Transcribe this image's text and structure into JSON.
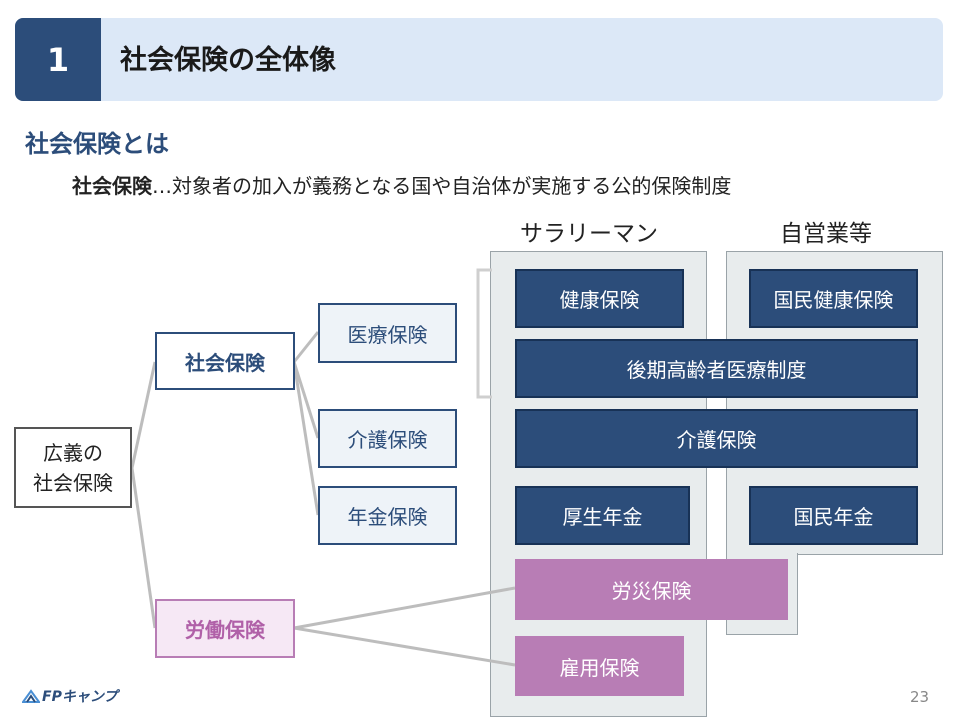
{
  "header": {
    "number": "1",
    "title": "社会保険の全体像"
  },
  "subheading": "社会保険とは",
  "definition": {
    "term": "社会保険",
    "text": "…対象者の加入が義務となる国や自治体が実施する公的保険制度"
  },
  "columns": {
    "salaryman": "サラリーマン",
    "self_employed": "自営業等"
  },
  "tree": {
    "root": {
      "line1": "広義の",
      "line2": "社会保険"
    },
    "social": "社会保険",
    "labor": "労働保険",
    "medical": "医療保険",
    "care": "介護保険",
    "pension": "年金保険"
  },
  "boxes": {
    "health": "健康保険",
    "national_health": "国民健康保険",
    "late_elderly": "後期高齢者医療制度",
    "care": "介護保険",
    "welfare_pension": "厚生年金",
    "national_pension": "国民年金",
    "workers_comp": "労災保険",
    "employment": "雇用保険"
  },
  "footer": {
    "logo": "FPキャンプ",
    "page": "23"
  },
  "colors": {
    "navy": "#2c4d7a",
    "pink": "#b87db5",
    "header_bg": "#dce8f7",
    "panel_bg": "#e8eced"
  }
}
